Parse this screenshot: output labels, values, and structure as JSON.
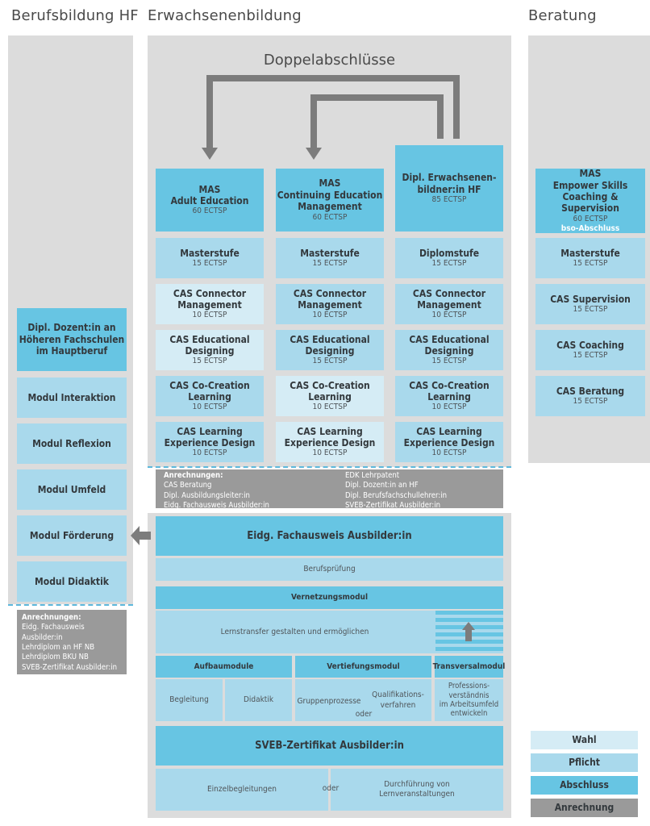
{
  "headers": {
    "berufsbildung": "Berufsbildung HF",
    "erwachsenenbildung": "Erwachsenenbildung",
    "beratung": "Beratung"
  },
  "doppelabschluesse": "Doppelabschlüsse",
  "hf": {
    "diploma": "Dipl. Dozent:in an Höheren Fachschulen im Hauptberuf",
    "modules": [
      "Modul Interaktion",
      "Modul Reflexion",
      "Modul Umfeld",
      "Modul Förderung",
      "Modul Didaktik"
    ],
    "anrechnungen_title": "Anrechnungen:",
    "anrechnungen": [
      "Eidg. Fachausweis Ausbilder:in",
      "Lehrdiplom an HF NB",
      "Lehrdiplom BKU NB",
      "SVEB-Zertifikat Ausbilder:in"
    ]
  },
  "col1": {
    "title": "MAS\nAdult Education",
    "ects": "60 ECTSP",
    "stage": "Masterstufe",
    "stage_ects": "15 ECTSP",
    "cas1": "CAS Connector Management",
    "cas1_ects": "10 ECTSP",
    "cas2": "CAS Educational Designing",
    "cas2_ects": "15 ECTSP",
    "cas3": "CAS Co-Creation Learning",
    "cas3_ects": "10 ECTSP",
    "cas4": "CAS Learning Experience Design",
    "cas4_ects": "10 ECTSP"
  },
  "col2": {
    "title": "MAS\nContinuing Education Management",
    "ects": "60 ECTSP",
    "stage": "Masterstufe",
    "stage_ects": "15 ECTSP",
    "cas1": "CAS Connector Management",
    "cas1_ects": "10 ECTSP",
    "cas2": "CAS Educational Designing",
    "cas2_ects": "15 ECTSP",
    "cas3": "CAS Co-Creation Learning",
    "cas3_ects": "10 ECTSP",
    "cas4": "CAS Learning Experience Design",
    "cas4_ects": "10 ECTSP"
  },
  "col3": {
    "title": "Dipl. Erwachsenen-\nbildner:in HF",
    "ects": "85 ECTSP",
    "stage": "Diplomstufe",
    "stage_ects": "15 ECTSP",
    "cas1": "CAS Connector Management",
    "cas1_ects": "10 ECTSP",
    "cas2": "CAS Educational Designing",
    "cas2_ects": "15 ECTSP",
    "cas3": "CAS Co-Creation Learning",
    "cas3_ects": "10 ECTSP",
    "cas4": "CAS Learning Experience Design",
    "cas4_ects": "10 ECTSP"
  },
  "eb_anrechnungen": {
    "title": "Anrechnungen:",
    "left": [
      "CAS Beratung",
      "Dipl. Ausbildungsleiter:in",
      "Eidg. Fachausweis Ausbilder:in"
    ],
    "right": [
      "EDK Lehrpatent",
      "Dipl. Dozent:in an HF",
      "Dipl. Berufsfachschullehrer:in",
      "SVEB-Zertifikat Ausbilder:in"
    ]
  },
  "fachausweis": {
    "title": "Eidg. Fachausweis Ausbilder:in",
    "berufspruefung": "Berufsprüfung",
    "vernetzungsmodul": "Vernetzungsmodul",
    "lerntransfer": "Lernstransfer gestalten und ermöglichen",
    "aufbaumodule": "Aufbaumodule",
    "vertiefungsmodul": "Vertiefungsmodul",
    "transversalmodul": "Transversalmodul",
    "begleitung": "Begleitung",
    "didaktik": "Didaktik",
    "gruppenprozesse": "Gruppenprozesse",
    "qualifikation": "Qualifikations-\nverfahren",
    "oder": "oder",
    "professions": "Professions-\nverständnis\nim Arbeitsumfeld\nentwickeln"
  },
  "sveb": {
    "title": "SVEB-Zertifikat Ausbilder:in",
    "einzel": "Einzelbegleitungen",
    "oder": "oder",
    "durchfuehrung": "Durchführung von\nLernveranstaltungen"
  },
  "beratung": {
    "title": "MAS\nEmpower Skills\nCoaching & Supervision",
    "ects": "60 ECTSP",
    "bso": "bso-Abschluss",
    "stage": "Masterstufe",
    "stage_ects": "15 ECTSP",
    "cas1": "CAS Supervision",
    "cas1_ects": "15 ECTSP",
    "cas2": "CAS Coaching",
    "cas2_ects": "15 ECTSP",
    "cas3": "CAS Beratung",
    "cas3_ects": "15 ECTSP"
  },
  "legend": {
    "wahl": "Wahl",
    "pflicht": "Pflicht",
    "abschluss": "Abschluss",
    "anrechnung": "Anrechnung"
  },
  "colors": {
    "abschluss": "#67c5e3",
    "pflicht": "#a9d9ec",
    "wahl": "#d5ecf5",
    "anrechnung": "#9a9a9a",
    "panel": "#dcdcdc",
    "arrow": "#7c7c7c"
  }
}
